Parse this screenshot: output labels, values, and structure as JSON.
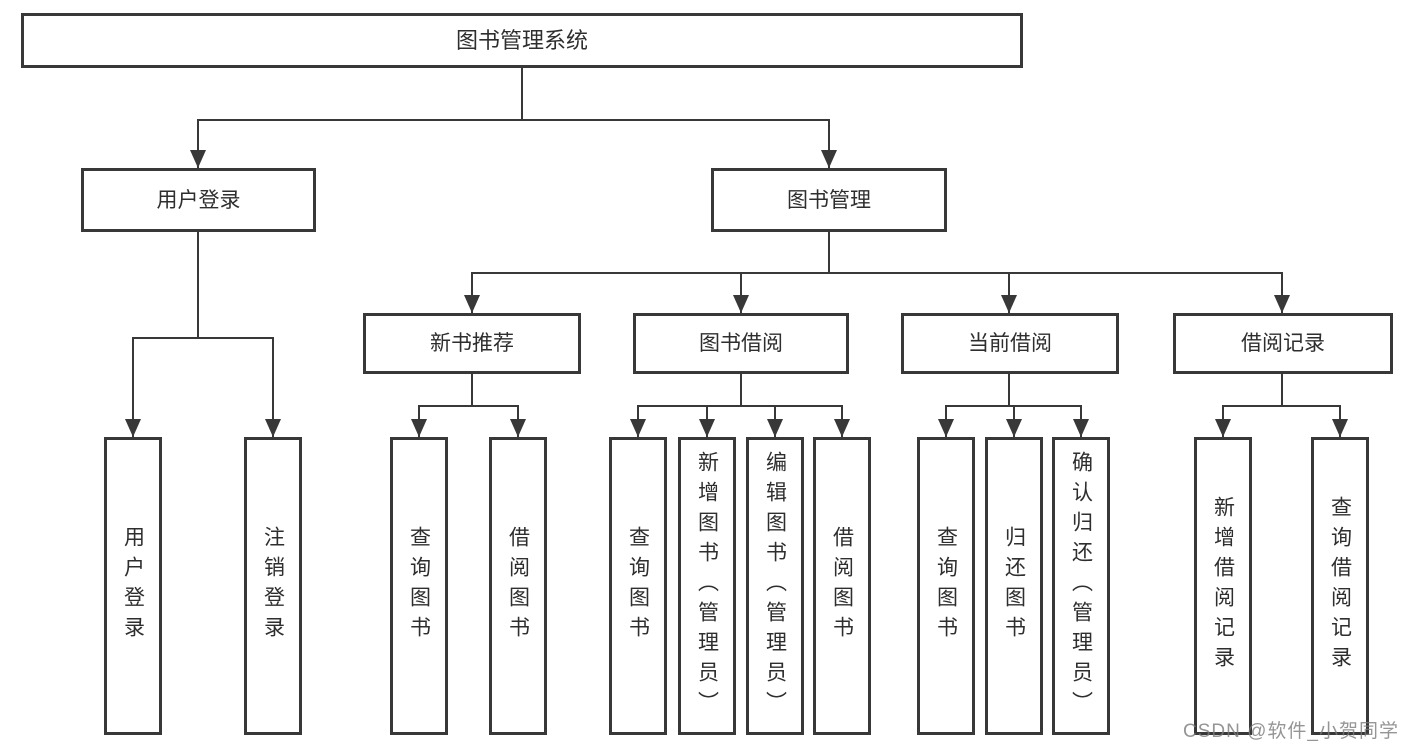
{
  "root": {
    "label": "图书管理系统",
    "children": [
      {
        "label": "用户登录",
        "children": [
          {
            "label": "用户登录"
          },
          {
            "label": "注销登录"
          }
        ]
      },
      {
        "label": "图书管理",
        "children": [
          {
            "label": "新书推荐",
            "children": [
              {
                "label": "查询图书"
              },
              {
                "label": "借阅图书"
              }
            ]
          },
          {
            "label": "图书借阅",
            "children": [
              {
                "label": "查询图书"
              },
              {
                "label": "新增图书（管理员）"
              },
              {
                "label": "编辑图书（管理员）"
              },
              {
                "label": "借阅图书"
              }
            ]
          },
          {
            "label": "当前借阅",
            "children": [
              {
                "label": "查询图书"
              },
              {
                "label": "归还图书"
              },
              {
                "label": "确认归还（管理员）"
              }
            ]
          },
          {
            "label": "借阅记录",
            "children": [
              {
                "label": "新增借阅记录"
              },
              {
                "label": "查询借阅记录"
              }
            ]
          }
        ]
      }
    ]
  },
  "watermark": {
    "text": "CSDN @软件_小贺同学"
  },
  "colors": {
    "line": "#383838",
    "text": "#2e2e2e",
    "bg": "#ffffff",
    "watermark": "#9c9c9c"
  }
}
